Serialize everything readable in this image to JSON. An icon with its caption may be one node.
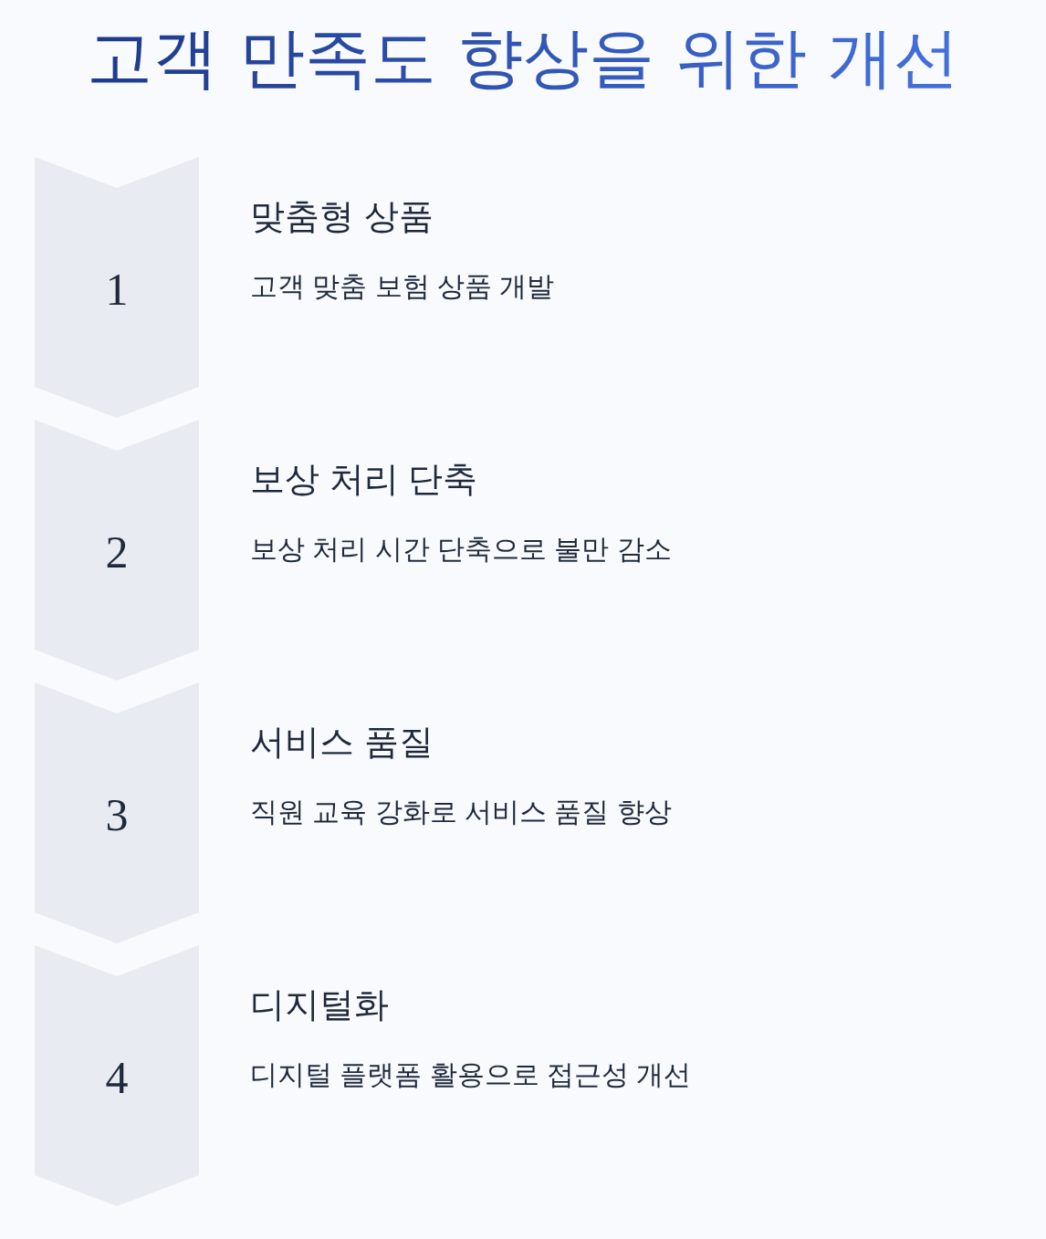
{
  "diagram": {
    "title": "고객 만족도 향상을 위한 개선",
    "nodes": [
      {
        "text": [
          "1"
        ],
        "beside": [
          "맞춤형 상품",
          "고객 맞춤 보험 상품 개발"
        ]
      },
      {
        "text": [
          "2"
        ],
        "beside": [
          "보상 처리 단축",
          "보상 처리 시간 단축으로 불만 감소"
        ]
      },
      {
        "text": [
          "3"
        ],
        "beside": [
          "서비스 품질",
          "직원 교육 강화로 서비스 품질 향상"
        ]
      },
      {
        "text": [
          "4"
        ],
        "beside": [
          "디지털화",
          "디지털 플랫폼 활용으로 접근성 개선"
        ]
      }
    ]
  }
}
